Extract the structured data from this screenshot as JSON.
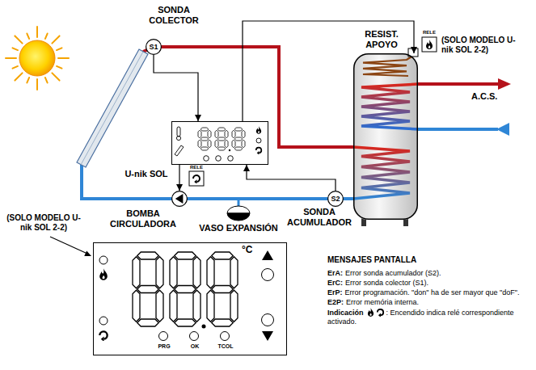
{
  "diagram": {
    "nodes": [
      {
        "text": [
          "S1"
        ]
      },
      {
        "text": [
          "RESIST. APOYO"
        ]
      },
      {
        "text": [
          "U-nik SOL"
        ]
      },
      {
        "text": [
          "BOMBA CIRCULADORA"
        ]
      },
      {
        "text": [
          "S2"
        ]
      },
      {
        "text": [
          "°C",
          "PRG",
          "OK",
          "TCOL"
        ]
      }
    ],
    "edges": [
      {
        "from": 0,
        "to": 2,
        "arrow": "to"
      },
      {
        "from": 4,
        "to": 2,
        "arrow": "to"
      },
      {
        "from": 2,
        "to": 1,
        "arrow": "to"
      },
      {
        "from": 2,
        "to": 3,
        "arrow": "to"
      }
    ],
    "labels": [
      "SONDA COLECTOR",
      "RELE",
      "(SOLO MODELO U-nik SOL 2-2)",
      "A.C.S.",
      "RELE",
      "VASO EXPANSIÓN",
      "SONDA ACUMULADOR",
      "(SOLO MODELO U-nik SOL 2-2)",
      "MENSAJES PANTALLA",
      "ErA:",
      "Error sonda acumulador (S2).",
      "ErC:",
      "Error sonda colector (S1).",
      "ErP:",
      "Error programación. \"don\" ha de ser mayor que \"doF\".",
      "E2P:",
      "Error memória interna.",
      "Indicación",
      ": Encendido indica relé correspondiente activado."
    ]
  }
}
